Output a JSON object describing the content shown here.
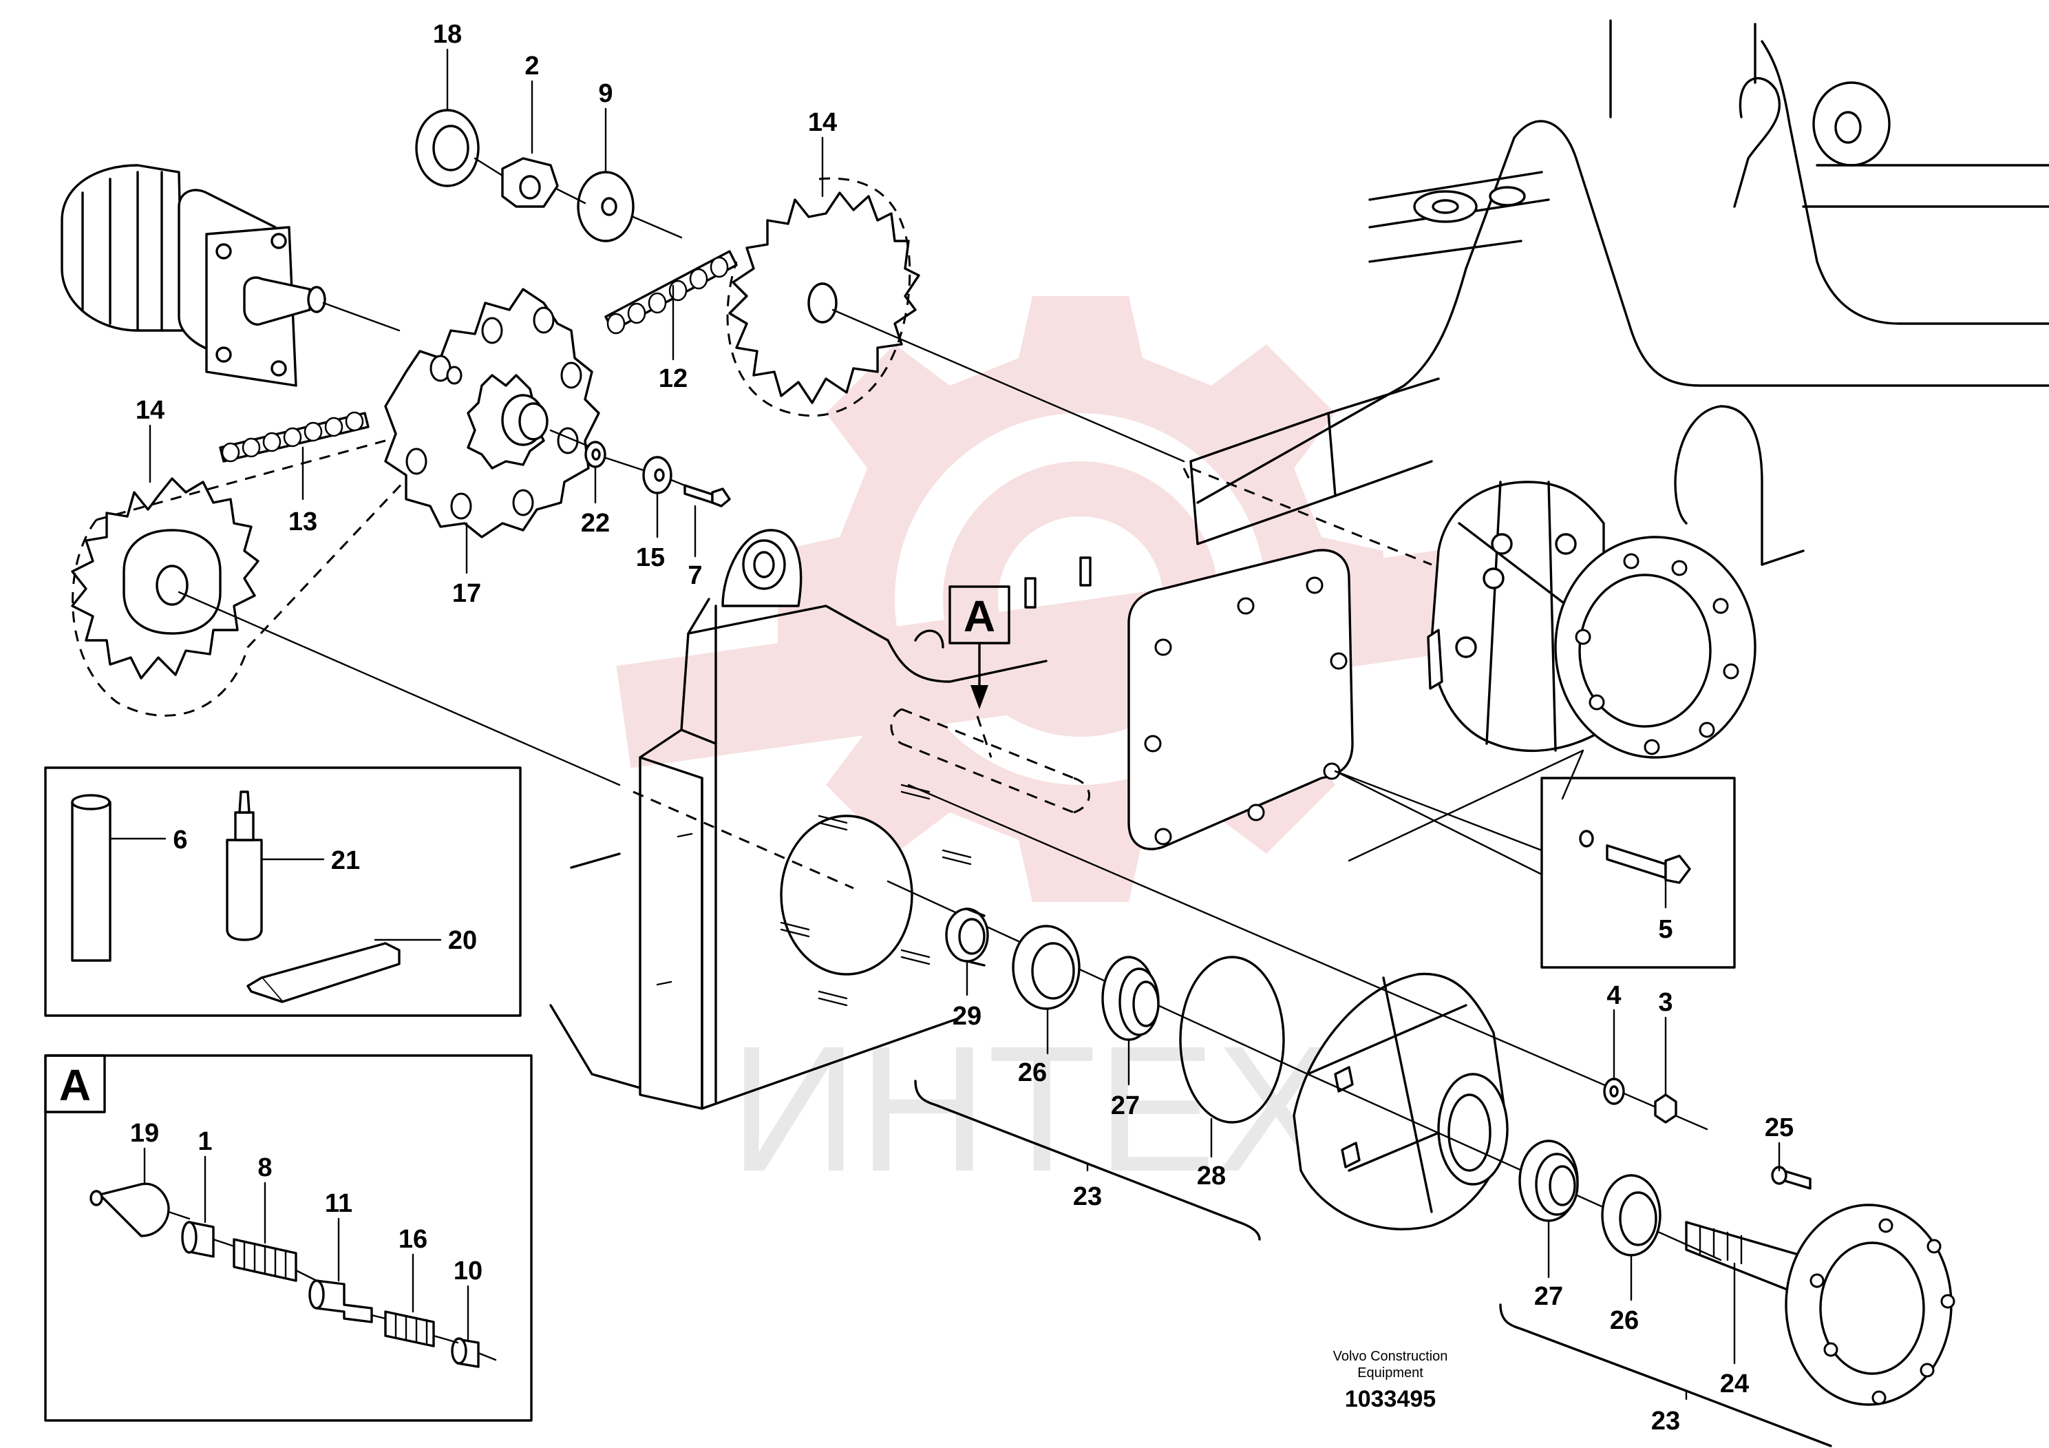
{
  "watermark": {
    "text": "ИНТЕХ",
    "color": "#e8a0a4"
  },
  "callouts": {
    "c18": "18",
    "c2": "2",
    "c9": "9",
    "c14a": "14",
    "c14b": "14",
    "c12": "12",
    "c13": "13",
    "c17": "17",
    "c22": "22",
    "c15": "15",
    "c7": "7",
    "c6": "6",
    "c21": "21",
    "c20": "20",
    "c29": "29",
    "c26a": "26",
    "c27a": "27",
    "c28": "28",
    "c23a": "23",
    "c5": "5",
    "c4": "4",
    "c3": "3",
    "c25": "25",
    "c27b": "27",
    "c26b": "26",
    "c24": "24",
    "c23b": "23",
    "c19": "19",
    "c1": "1",
    "c8": "8",
    "c11": "11",
    "c16": "16",
    "c10": "10"
  },
  "view_marker": "A",
  "inset_a_title": "A",
  "footer": {
    "line1": "Volvo Construction",
    "line2": "Equipment",
    "doc_number": "1033495"
  }
}
